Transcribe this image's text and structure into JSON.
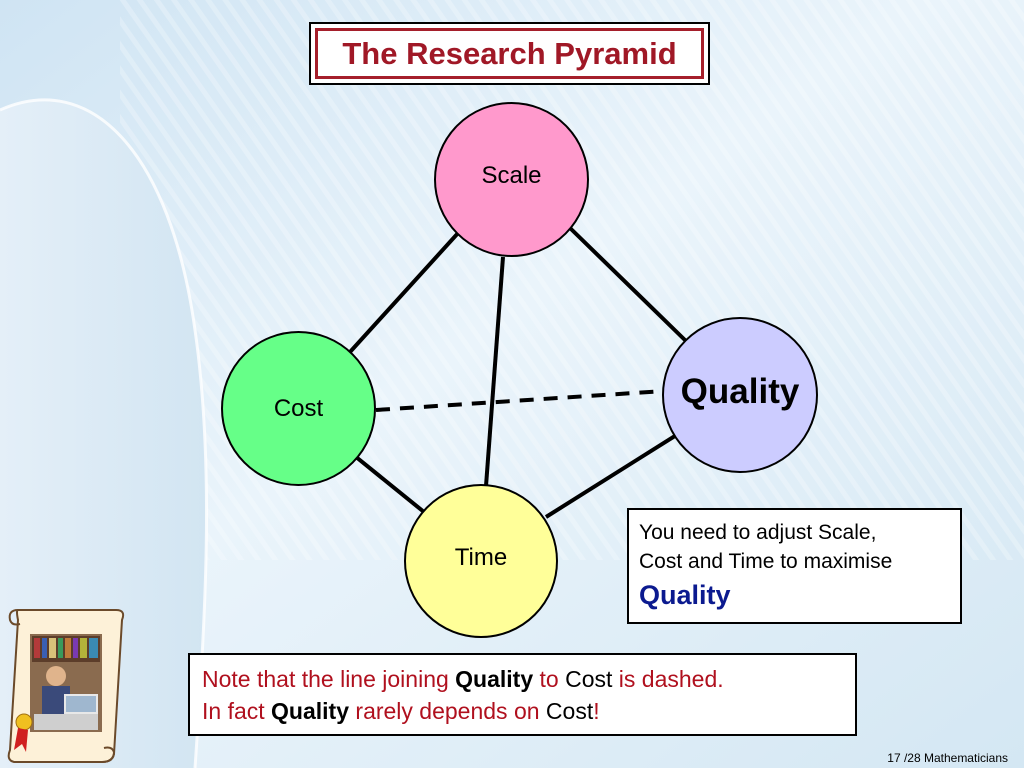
{
  "slide": {
    "title": "The Research Pyramid",
    "footer": "17 /28 Mathematicians"
  },
  "diagram": {
    "nodes": {
      "scale": {
        "label": "Scale",
        "color": "#ff99cc"
      },
      "cost": {
        "label": "Cost",
        "color": "#66ff88"
      },
      "quality": {
        "label": "Quality",
        "color": "#ccccff"
      },
      "time": {
        "label": "Time",
        "color": "#ffff99"
      }
    },
    "edges": [
      {
        "from": "scale",
        "to": "cost",
        "style": "solid"
      },
      {
        "from": "scale",
        "to": "quality",
        "style": "solid"
      },
      {
        "from": "scale",
        "to": "time",
        "style": "solid"
      },
      {
        "from": "cost",
        "to": "time",
        "style": "solid"
      },
      {
        "from": "quality",
        "to": "time",
        "style": "solid"
      },
      {
        "from": "cost",
        "to": "quality",
        "style": "dashed"
      }
    ]
  },
  "advice": {
    "line1": "You need to adjust Scale,",
    "line2": "Cost and Time to maximise",
    "emphasis": "Quality"
  },
  "note": {
    "l1_a": "Note that the line joining ",
    "l1_b": "Quality",
    "l1_c": " to ",
    "l1_d": "Cost",
    "l1_e": " is dashed.",
    "l2_a": "In fact ",
    "l2_b": "Quality",
    "l2_c": " rarely depends on ",
    "l2_d": "Cost",
    "l2_e": "!"
  },
  "colors": {
    "title_red": "#a01826",
    "note_red": "#b0101e",
    "quality_blue": "#0b1a8f"
  }
}
